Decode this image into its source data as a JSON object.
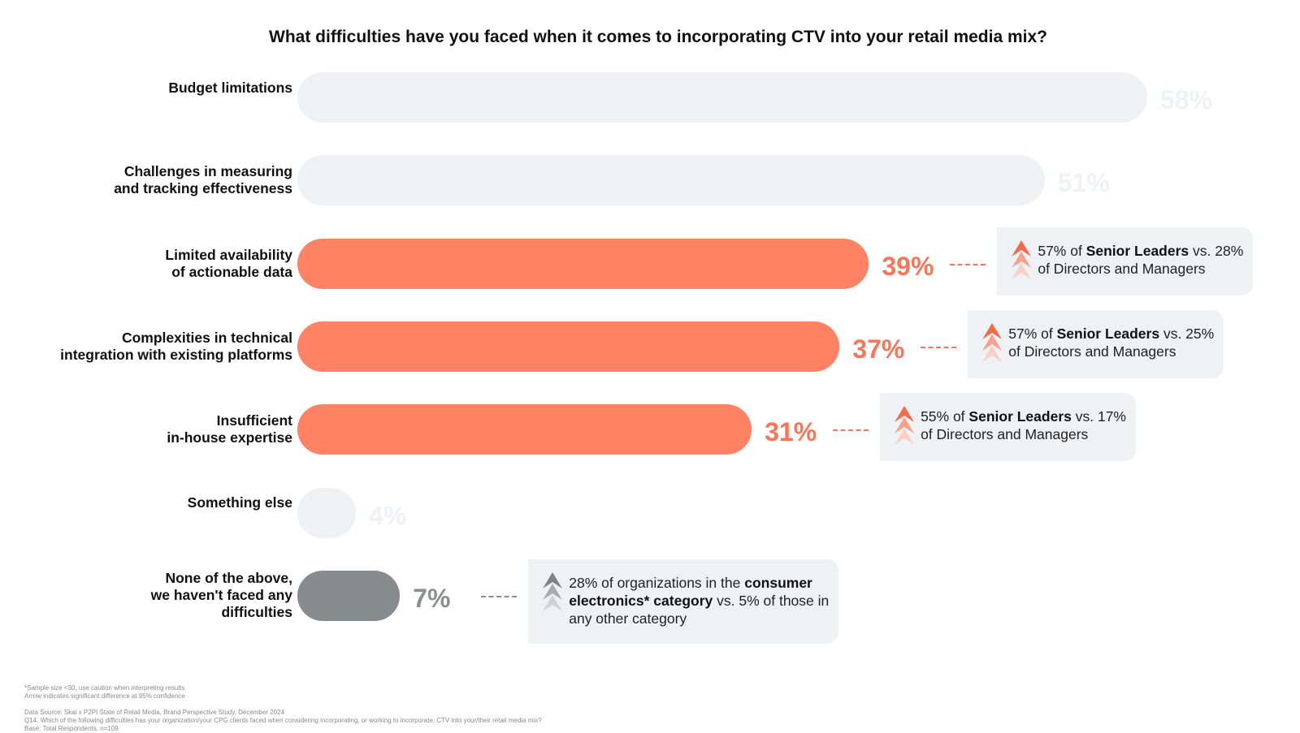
{
  "chart_data": {
    "type": "bar",
    "orientation": "horizontal",
    "title": "What difficulties have you faced when it comes to incorporating CTV into your retail media mix?",
    "categories": [
      [
        "Budget limitations"
      ],
      [
        "Challenges in measuring",
        "and tracking effectiveness"
      ],
      [
        "Limited availability",
        "of actionable data"
      ],
      [
        "Complexities in technical",
        "integration with existing platforms"
      ],
      [
        "Insufficient",
        "in-house expertise"
      ],
      [
        "Something else"
      ],
      [
        "None of the above,",
        "we haven't faced any",
        "difficulties"
      ]
    ],
    "values": [
      58,
      51,
      39,
      37,
      31,
      4,
      7
    ],
    "value_labels": [
      "58%",
      "51%",
      "39%",
      "37%",
      "31%",
      "4%",
      "7%"
    ],
    "bar_styles": [
      "muted",
      "muted",
      "highlight",
      "highlight",
      "highlight",
      "muted",
      "grey"
    ],
    "xlim": [
      0,
      58
    ],
    "grid": false,
    "callouts": [
      {
        "row": 2,
        "arrow_style": "orange",
        "parts": [
          {
            "t": "57% of ",
            "b": false
          },
          {
            "t": "Senior Leaders",
            "b": true
          },
          {
            "t": " vs. 28%",
            "b": false
          },
          {
            "br": true
          },
          {
            "t": "of Directors and Managers",
            "b": false
          }
        ]
      },
      {
        "row": 3,
        "arrow_style": "orange",
        "parts": [
          {
            "t": "57% of ",
            "b": false
          },
          {
            "t": "Senior Leaders",
            "b": true
          },
          {
            "t": " vs. 25%",
            "b": false
          },
          {
            "br": true
          },
          {
            "t": "of Directors and Managers",
            "b": false
          }
        ]
      },
      {
        "row": 4,
        "arrow_style": "orange",
        "parts": [
          {
            "t": "55% of ",
            "b": false
          },
          {
            "t": "Senior Leaders",
            "b": true
          },
          {
            "t": " vs. 17%",
            "b": false
          },
          {
            "br": true
          },
          {
            "t": "of Directors and Managers",
            "b": false
          }
        ]
      },
      {
        "row": 6,
        "arrow_style": "grey",
        "parts": [
          {
            "t": "28% of organizations in the ",
            "b": false
          },
          {
            "t": "consumer",
            "b": true
          },
          {
            "br": true
          },
          {
            "t": "electronics* category",
            "b": true
          },
          {
            "t": " vs. 5% of those in",
            "b": false
          },
          {
            "br": true
          },
          {
            "t": "any other category",
            "b": false
          }
        ]
      }
    ]
  },
  "colors": {
    "highlight_bar": "#ff8264",
    "highlight_text": "#f4775a",
    "muted_bar": "#eef2f5",
    "muted_text": "#eef2f5",
    "grey_bar": "#868b8d",
    "grey_text": "#8a8f91",
    "callout_bg": "#eef2f5"
  },
  "footnotes": {
    "sample_note": "*Sample size <30, use caution when interpreting results",
    "arrow_note": "Arrow indicates significant difference at 95% confidence",
    "source": "Data Source: Skai x P2PI State of Retail Media, Brand Perspective Study, December 2024",
    "question": "Q14.  Which of the following difficulties has your organization/your CPG clients faced when considering incorporating, or working to incorporate, CTV into your/their retail media mix?",
    "base": "Base:  Total Respondents, n=109"
  }
}
